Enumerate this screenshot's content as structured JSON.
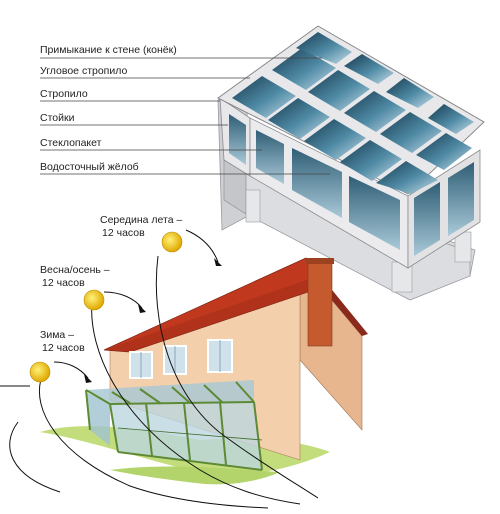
{
  "callouts": {
    "ridge": "Примыкание к стене (конёк)",
    "corner_rafter": "Угловое стропило",
    "rafter": "Стропило",
    "posts": "Стойки",
    "glazing": "Стеклопакет",
    "gutter": "Водосточный жёлоб"
  },
  "sun": {
    "summer": {
      "season": "Середина лета –",
      "time": "12 часов"
    },
    "spring_autumn": {
      "season": "Весна/осень –",
      "time": "12 часов"
    },
    "winter": {
      "season": "Зима –",
      "time": "12 часов"
    }
  },
  "colors": {
    "glass": "#3f6f86",
    "frame": "#e8e8ea",
    "base": "#d9dadc",
    "roof": "#b8321e",
    "house_wall": "#f2c9a6",
    "sun": "#f5c400",
    "grass": "#b7d76b",
    "conservatory_frame": "#6b8f3a"
  }
}
